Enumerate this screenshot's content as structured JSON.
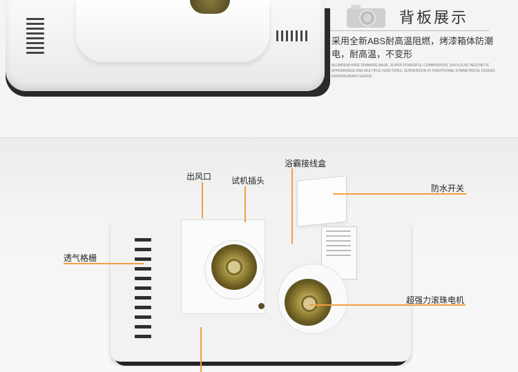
{
  "section": {
    "title": "背板展示",
    "description": "采用全新ABS耐高温阻燃，烤漆箱体防潮电，耐高温，不变形",
    "english_text": "ALUMINUM WIRE DRAWING MASK, SUPER POWERFUL COMBINATION, SIXOLOUXF AESTHETIC APPEARANCE AND MULTIPLE FUNCTIONS, SUBVERSION IN TRADITIONAL SYMMETRICAL DESIGN, FASHION AVANT-GARDE."
  },
  "callouts": {
    "air_outlet": "出风口",
    "test_plug": "试机插头",
    "junction_box": "浴霸接线盒",
    "waterproof_switch": "防水开关",
    "vent_grille": "透气格栅",
    "motor": "超强力滚珠电机"
  },
  "colors": {
    "accent": "#f0a040",
    "text": "#333333"
  },
  "icons": [
    "camera-icon"
  ]
}
